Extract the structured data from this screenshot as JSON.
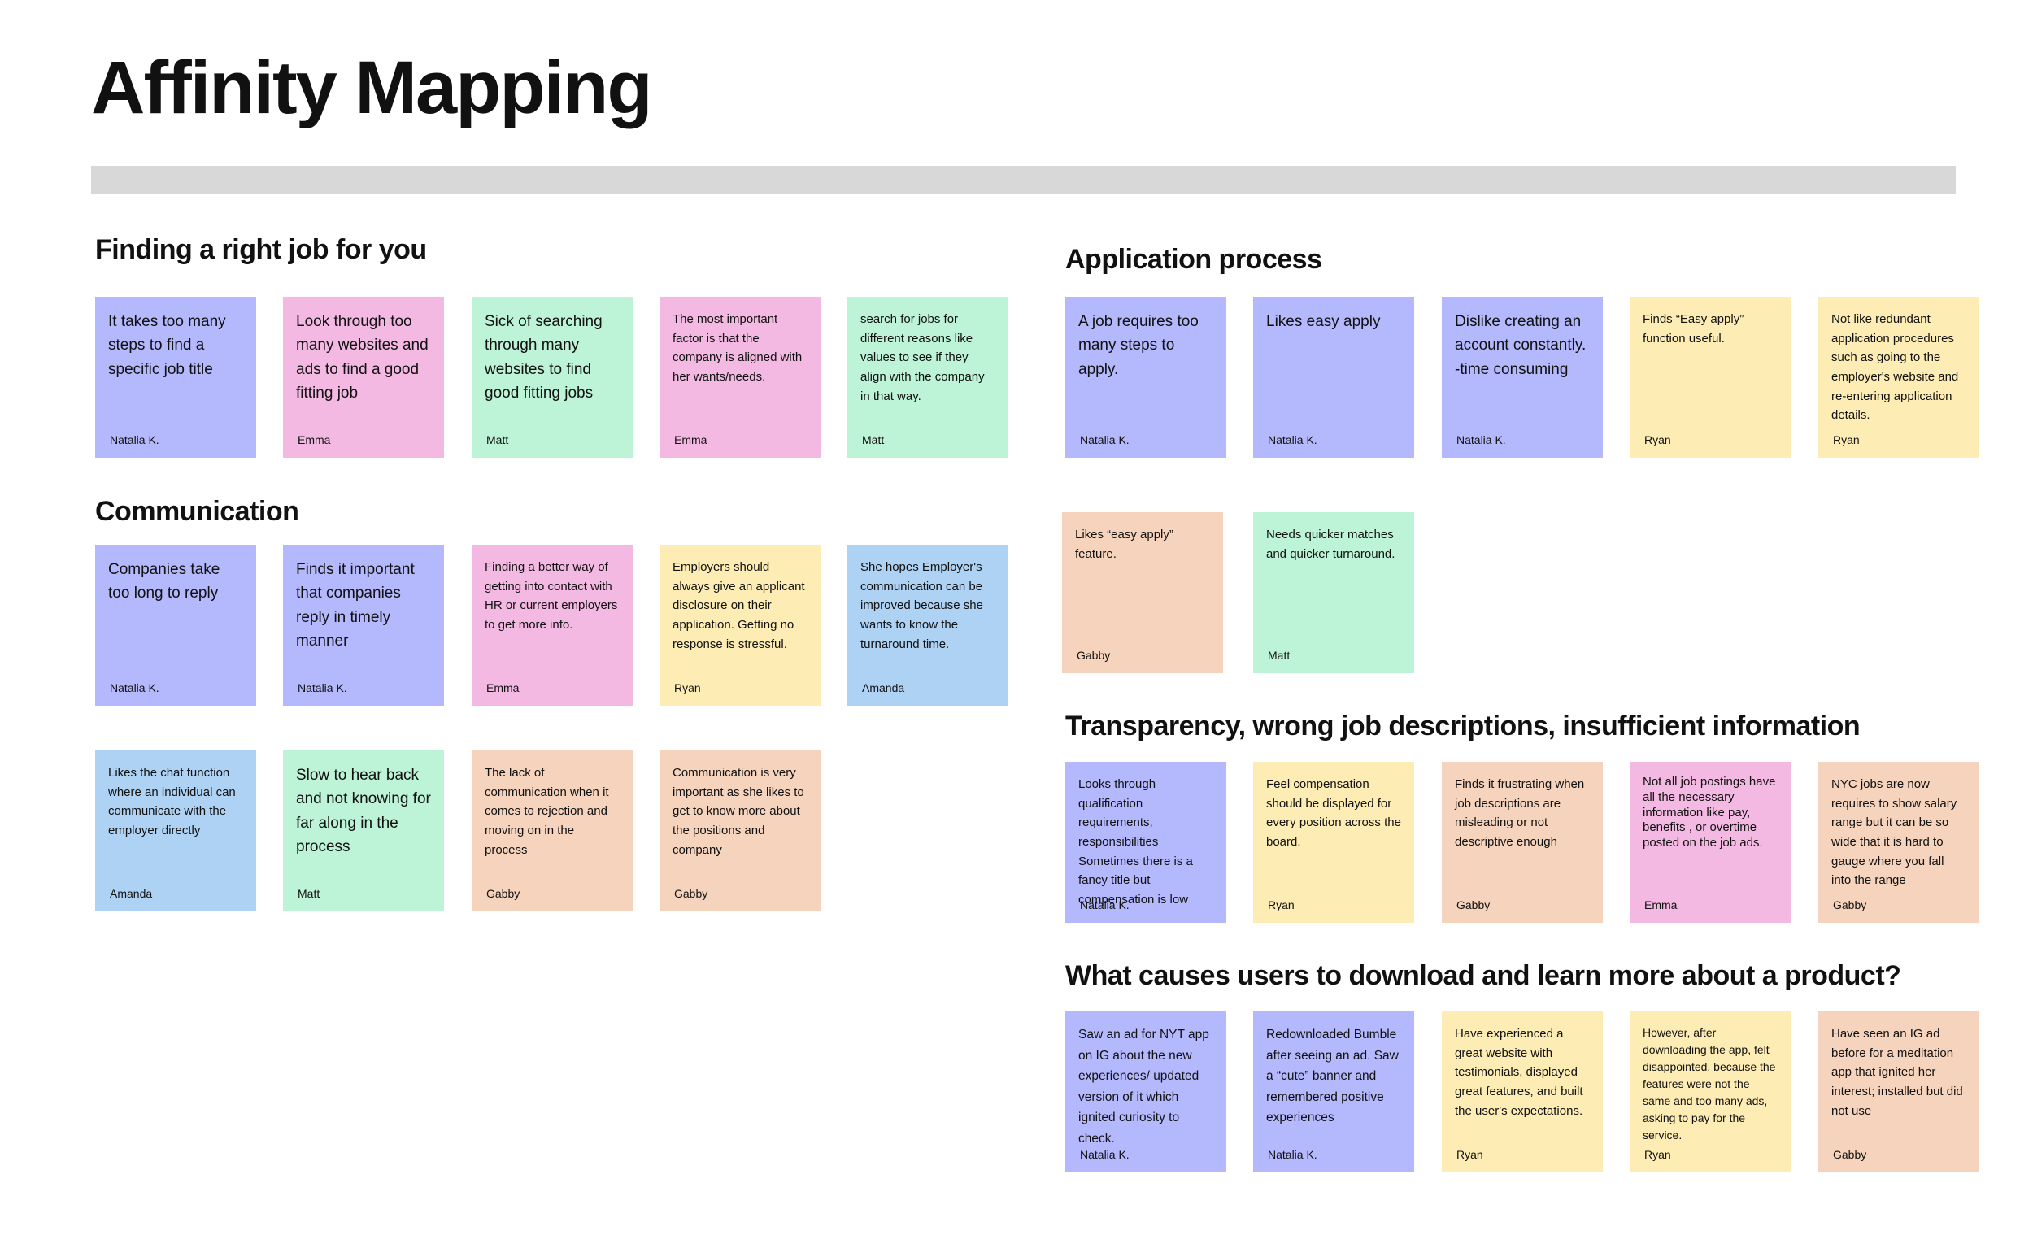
{
  "page_title": "Affinity Mapping",
  "sections": [
    {
      "title": "Finding a right job for you",
      "notes": [
        {
          "text": "It takes too many steps to find a specific job title",
          "author": "Natalia K.",
          "color": "#b4b8fd"
        },
        {
          "text": "Look through too many websites and ads to find a good fitting job",
          "author": "Emma",
          "color": "#f4b9e2"
        },
        {
          "text": "Sick of searching through many websites to find good fitting jobs",
          "author": "Matt",
          "color": "#bdf3d7"
        },
        {
          "text": "The most important factor is that the company is aligned with her wants/needs.",
          "author": "Emma",
          "color": "#f4b9e2"
        },
        {
          "text": "search for jobs for different reasons like values to see if they align with the company in that way.",
          "author": "Matt",
          "color": "#bdf3d7"
        }
      ]
    },
    {
      "title": "Communication",
      "notes": [
        {
          "text": "Companies take too long to reply",
          "author": "Natalia K.",
          "color": "#b4b8fd"
        },
        {
          "text": "Finds it important that companies reply in timely manner",
          "author": "Natalia K.",
          "color": "#b4b8fd"
        },
        {
          "text": "Finding a better way of getting into contact with HR or current employers to get more info.",
          "author": "Emma",
          "color": "#f4b9e2"
        },
        {
          "text": "Employers should always give an applicant disclosure on their application. Getting no response is stressful.",
          "author": "Ryan",
          "color": "#fdecb3"
        },
        {
          "text": "She hopes Employer's communication can be improved because she wants to know the turnaround time.",
          "author": "Amanda",
          "color": "#aed2f4"
        },
        {
          "text": "Likes the chat function where an individual can communicate with the employer directly",
          "author": "Amanda",
          "color": "#aed2f4"
        },
        {
          "text": "Slow to hear back and not knowing for far along in the process",
          "author": "Matt",
          "color": "#bdf3d7"
        },
        {
          "text": "The lack of communication when it comes to rejection and moving on in the process",
          "author": "Gabby",
          "color": "#f6d3bc"
        },
        {
          "text": "Communication is very important as she likes to get to know more about the positions and company",
          "author": "Gabby",
          "color": "#f6d3bc"
        }
      ]
    },
    {
      "title": "Application process",
      "notes": [
        {
          "text": "A job requires too many steps to apply.",
          "author": "Natalia K.",
          "color": "#b4b8fd"
        },
        {
          "text": "Likes easy apply",
          "author": "Natalia K.",
          "color": "#b4b8fd"
        },
        {
          "text": "Dislike creating an account constantly. -time consuming",
          "author": "Natalia K.",
          "color": "#b4b8fd"
        },
        {
          "text": "Finds “Easy apply” function useful.",
          "author": "Ryan",
          "color": "#fdecb3"
        },
        {
          "text": "Not like redundant application procedures such as going to the employer's website and re-entering application details.",
          "author": "Ryan",
          "color": "#fdecb3"
        },
        {
          "text": "Likes “easy apply” feature.",
          "author": "Gabby",
          "color": "#f6d3bc"
        },
        {
          "text": "Needs quicker matches and quicker turnaround.",
          "author": "Matt",
          "color": "#bdf3d7"
        }
      ]
    },
    {
      "title": "Transparency, wrong job descriptions, insufficient information",
      "notes": [
        {
          "text": "Looks through qualification requirements, responsibilities\nSometimes there is a fancy title but compensation is low",
          "author": "Natalia K.",
          "color": "#b4b8fd"
        },
        {
          "text": "Feel compensation should be displayed for every position across the board.",
          "author": "Ryan",
          "color": "#fdecb3"
        },
        {
          "text": "Finds it frustrating when job descriptions are misleading or not descriptive enough",
          "author": "Gabby",
          "color": "#f6d3bc"
        },
        {
          "text": "Not all job postings have all the necessary information like pay, benefits , or overtime posted on the job ads.",
          "author": "Emma",
          "color": "#f4b9e2"
        },
        {
          "text": "NYC jobs are now requires to show salary range but it can be so wide that it is hard to gauge where you fall into the range",
          "author": "Gabby",
          "color": "#f6d3bc"
        }
      ]
    },
    {
      "title": "What causes users to download and learn more about a product?",
      "notes": [
        {
          "text": "Saw an ad for NYT app on IG about the new experiences/ updated version of it which ignited curiosity to check.",
          "author": "Natalia K.",
          "color": "#b4b8fd"
        },
        {
          "text": "Redownloaded Bumble after seeing an ad. Saw a “cute” banner and remembered positive experiences",
          "author": "Natalia K.",
          "color": "#b4b8fd"
        },
        {
          "text": "Have experienced a great website with testimonials, displayed great features, and built the user's expectations.",
          "author": "Ryan",
          "color": "#fdecb3"
        },
        {
          "text": "However, after downloading the app, felt disappointed, because the features were not the same and too many ads, asking to pay for the service.",
          "author": "Ryan",
          "color": "#fdecb3"
        },
        {
          "text": "Have seen an IG ad before for a meditation app that ignited her interest; installed but did not use",
          "author": "Gabby",
          "color": "#f6d3bc"
        }
      ]
    }
  ]
}
